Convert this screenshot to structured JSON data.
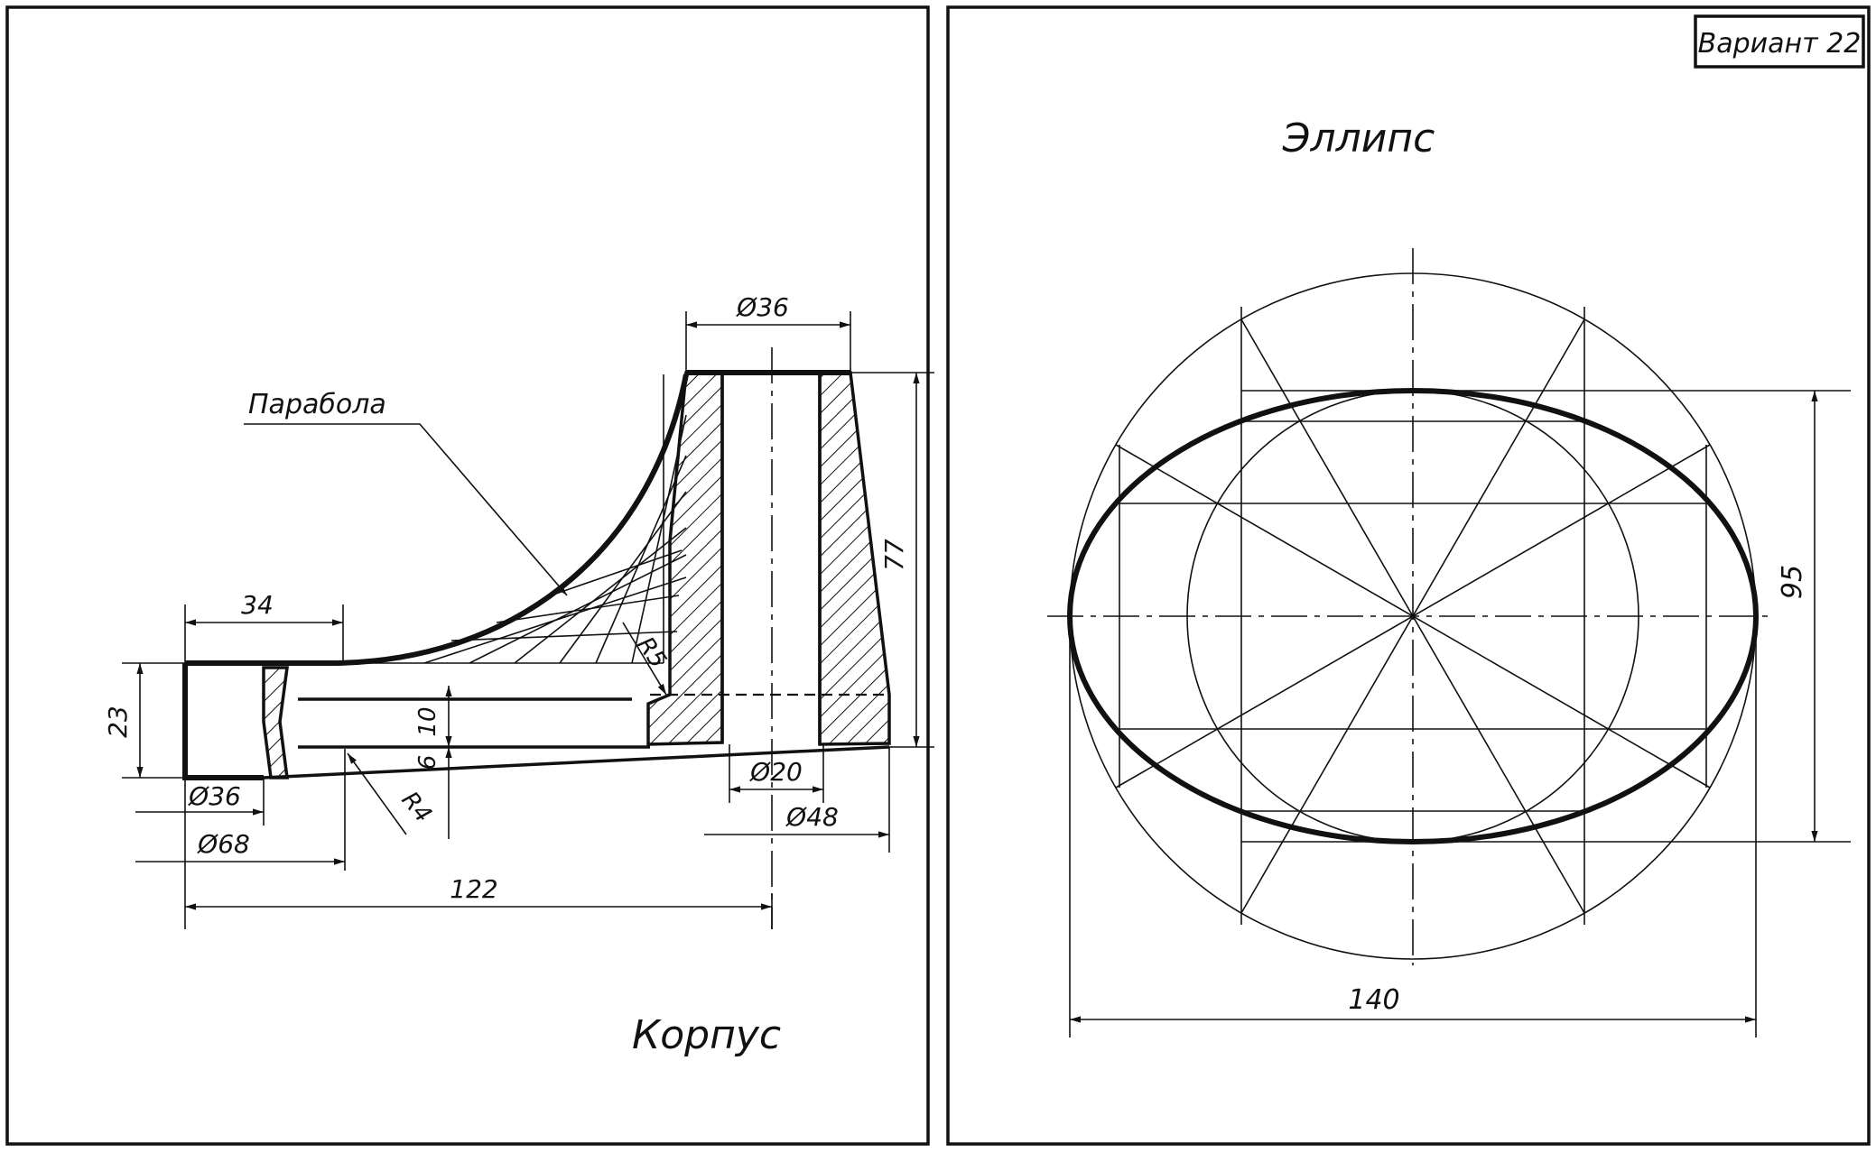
{
  "variant_label": "Вариант 22",
  "left_sheet": {
    "title": "Корпус",
    "parabola_label": "Парабола",
    "dimensions": {
      "top_diameter": "Ø36",
      "height": "77",
      "flange_length": "34",
      "flange_height": "23",
      "d36": "Ø36",
      "d68": "Ø68",
      "length": "122",
      "wall_10": "10",
      "wall_6": "6",
      "r4": "R4",
      "r5": "R5",
      "bore": "Ø20",
      "base_diameter": "Ø48"
    }
  },
  "right_sheet": {
    "title": "Эллипс",
    "dimensions": {
      "major_axis": "140",
      "minor_axis": "95"
    }
  }
}
